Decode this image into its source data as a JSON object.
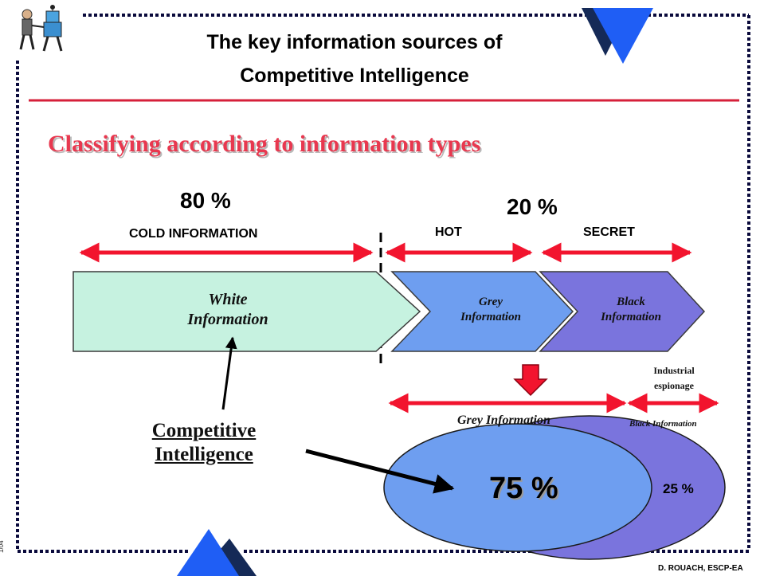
{
  "title_line1": "The key information sources of",
  "title_line2": "Competitive Intelligence",
  "subtitle": "Classifying according to information types",
  "percent_cold": "80 %",
  "percent_hot_secret": "20 %",
  "label_cold": "COLD INFORMATION",
  "label_hot": "HOT",
  "label_secret": "SECRET",
  "white_info_line1": "White",
  "white_info_line2": "Information",
  "grey_info_line1": "Grey",
  "grey_info_line2": "Information",
  "black_info_line1": "Black",
  "black_info_line2": "Information",
  "industrial_line1": "Industrial",
  "industrial_line2": "espionage",
  "grey_info_label": "Grey Information",
  "black_info_label": "Black Information",
  "ci_line1": "Competitive",
  "ci_line2": "Intelligence",
  "percent_grey": "75 %",
  "percent_black": "25 %",
  "footer": "D. ROUACH, ESCP-EA",
  "colors": {
    "accent_red": "#e8384f",
    "rule_red": "#d6203a",
    "arrow_red": "#f2142e",
    "white_info_fill": "#c6f2e0",
    "grey_info_fill": "#6e9ef0",
    "black_info_fill": "#7a74dd",
    "triangle_blue": "#1f5ef5",
    "triangle_navy": "#152a57"
  }
}
